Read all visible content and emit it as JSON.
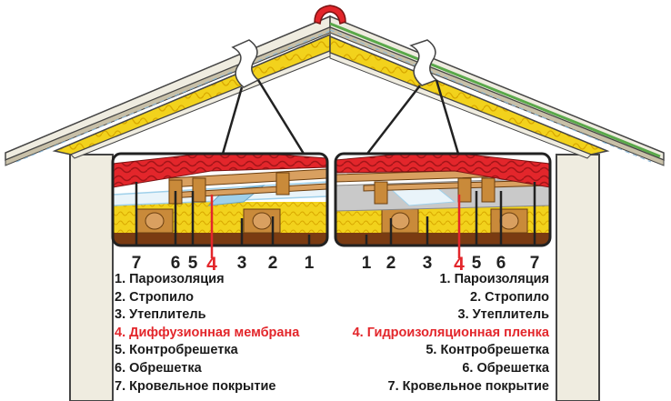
{
  "left": {
    "numbers": [
      "7",
      "6",
      "5",
      "4",
      "3",
      "2",
      "1"
    ],
    "legend": [
      {
        "text": "1. Пароизоляция",
        "highlight": false
      },
      {
        "text": "2. Стропило",
        "highlight": false
      },
      {
        "text": "3. Утеплитель",
        "highlight": false
      },
      {
        "text": "4. Диффузионная мембрана",
        "highlight": true
      },
      {
        "text": "5. Контробрешетка",
        "highlight": false
      },
      {
        "text": "6. Обрешетка",
        "highlight": false
      },
      {
        "text": "7. Кровельное покрытие",
        "highlight": false
      }
    ]
  },
  "right": {
    "numbers": [
      "1",
      "2",
      "3",
      "4",
      "5",
      "6",
      "7"
    ],
    "legend": [
      {
        "text": "1. Пароизоляция",
        "highlight": false
      },
      {
        "text": "2. Стропило",
        "highlight": false
      },
      {
        "text": "3. Утеплитель",
        "highlight": false
      },
      {
        "text": "4. Гидроизоляционная пленка",
        "highlight": true
      },
      {
        "text": "5. Контробрешетка",
        "highlight": false
      },
      {
        "text": "6. Обрешетка",
        "highlight": false
      },
      {
        "text": "7. Кровельное покрытие",
        "highlight": false
      }
    ]
  },
  "colors": {
    "roof_red": "#e3262b",
    "insulation_yellow": "#f2d21c",
    "rafter_wood": "#c98a3a",
    "vapor_barrier_brown": "#7a3b12",
    "diffusion_membrane_blue": "#9fd0ea",
    "waterproof_film_green": "#5aa84a",
    "wall_beige": "#efece0",
    "highlight_red": "#e3262b"
  }
}
